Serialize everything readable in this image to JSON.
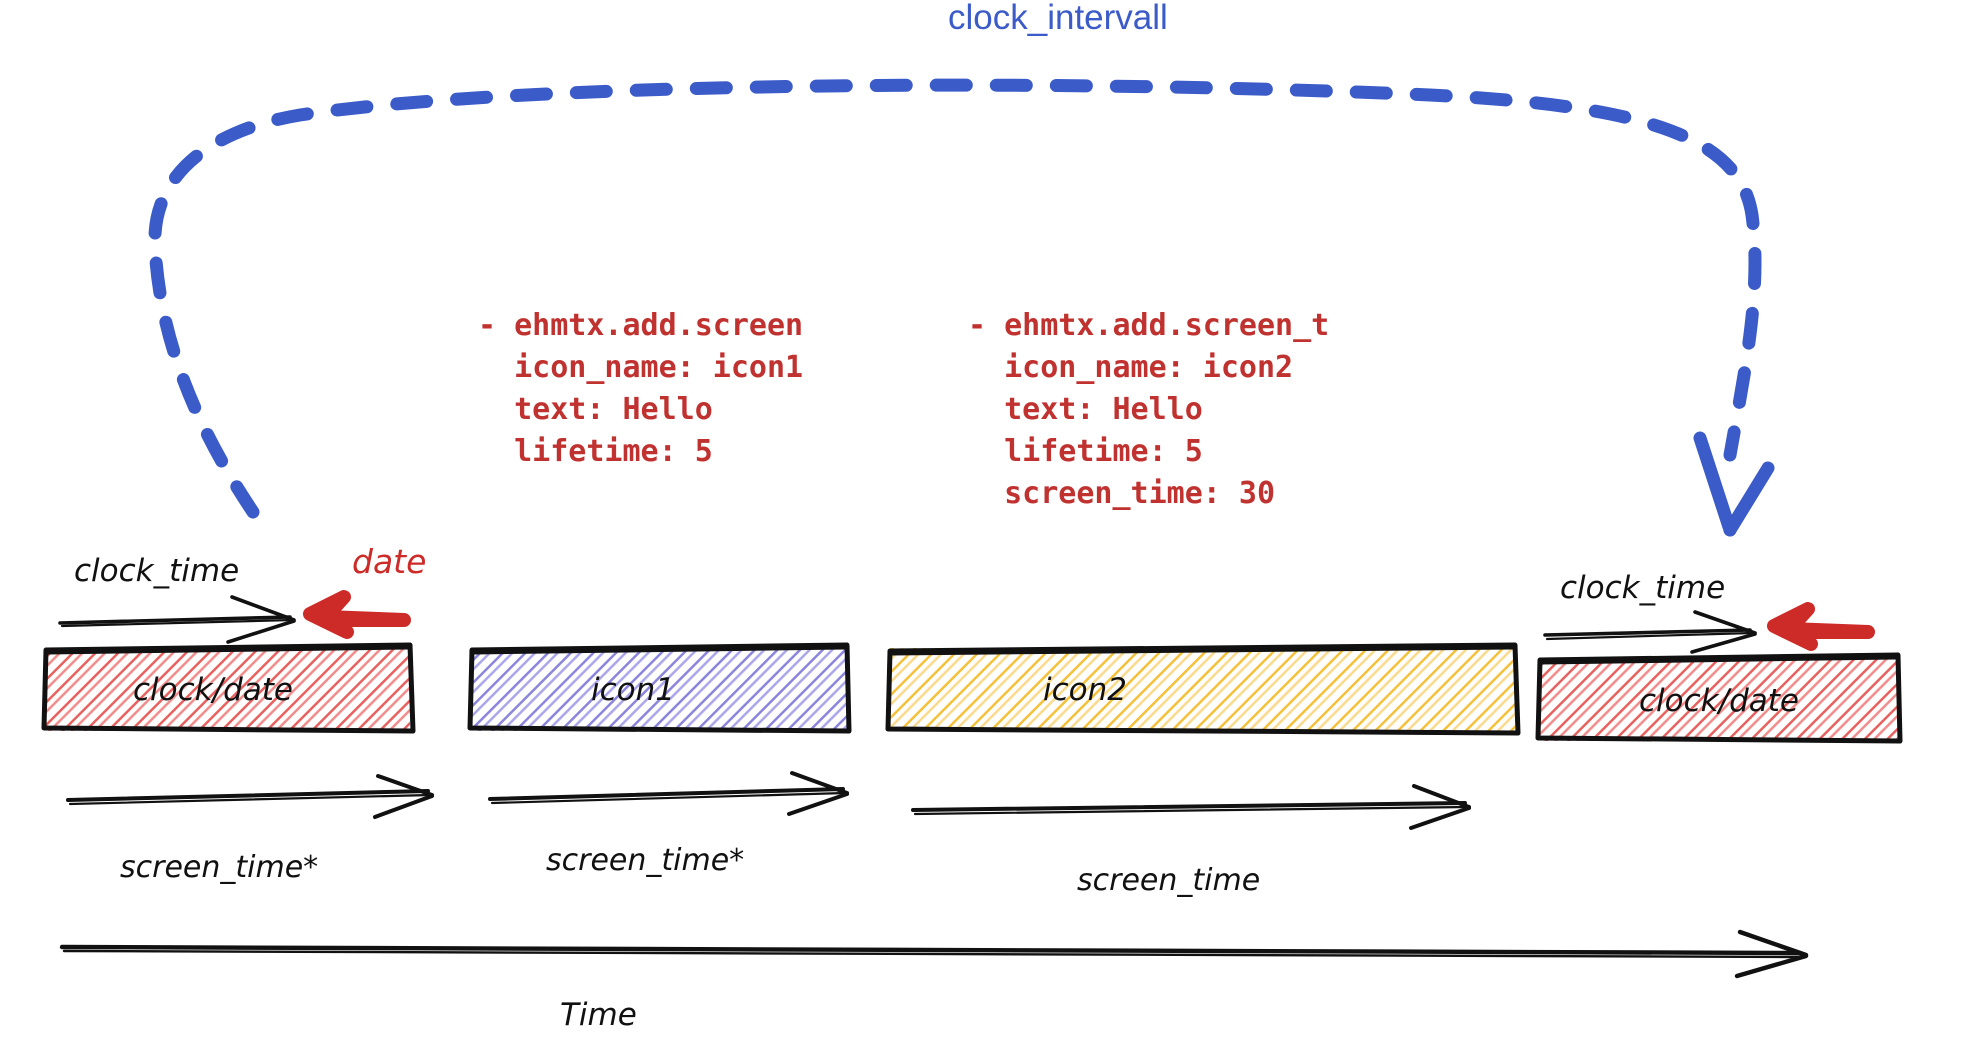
{
  "title": {
    "text": "clock_intervall",
    "color": "#3b5bc8"
  },
  "code_blocks": [
    {
      "name": "add-screen",
      "color": "#c0322f",
      "lines": [
        "- ehmtx.add.screen",
        "  icon_name: icon1",
        "  text: Hello",
        "  lifetime: 5"
      ],
      "text": "- ehmtx.add.screen\n  icon_name: icon1\n  text: Hello\n  lifetime: 5",
      "fields": {
        "action": "ehmtx.add.screen",
        "icon_name": "icon1",
        "text": "Hello",
        "lifetime": "5"
      }
    },
    {
      "name": "add-screen-t",
      "color": "#c0322f",
      "lines": [
        "- ehmtx.add.screen_t",
        "  icon_name: icon2",
        "  text: Hello",
        "  lifetime: 5",
        "  screen_time: 30"
      ],
      "text": "- ehmtx.add.screen_t\n  icon_name: icon2\n  text: Hello\n  lifetime: 5\n  screen_time: 30",
      "fields": {
        "action": "ehmtx.add.screen_t",
        "icon_name": "icon2",
        "text": "Hello",
        "lifetime": "5",
        "screen_time": "30"
      }
    }
  ],
  "timeline": {
    "boxes": [
      {
        "label": "clock/date",
        "hatch_color": "#e8615f"
      },
      {
        "label": "icon1",
        "hatch_color": "#8b85dd"
      },
      {
        "label": "icon2",
        "hatch_color": "#f5c03a"
      },
      {
        "label": "clock/date",
        "hatch_color": "#e8615f"
      }
    ],
    "top_labels": [
      {
        "label": "clock_time",
        "color": "#111111"
      },
      {
        "label": "date",
        "color": "#cc2b28"
      },
      {
        "label": "clock_time",
        "color": "#111111"
      }
    ],
    "duration_labels": [
      "screen_time*",
      "screen_time*",
      "screen_time"
    ],
    "axis_label": "Time"
  },
  "colors": {
    "blue": "#3b5bc8",
    "red": "#cc2b28",
    "code_red": "#c0322f",
    "hatch_red": "#e8615f",
    "hatch_purple": "#8b85dd",
    "hatch_yellow": "#f5c03a",
    "ink": "#111111",
    "background": "#ffffff"
  }
}
